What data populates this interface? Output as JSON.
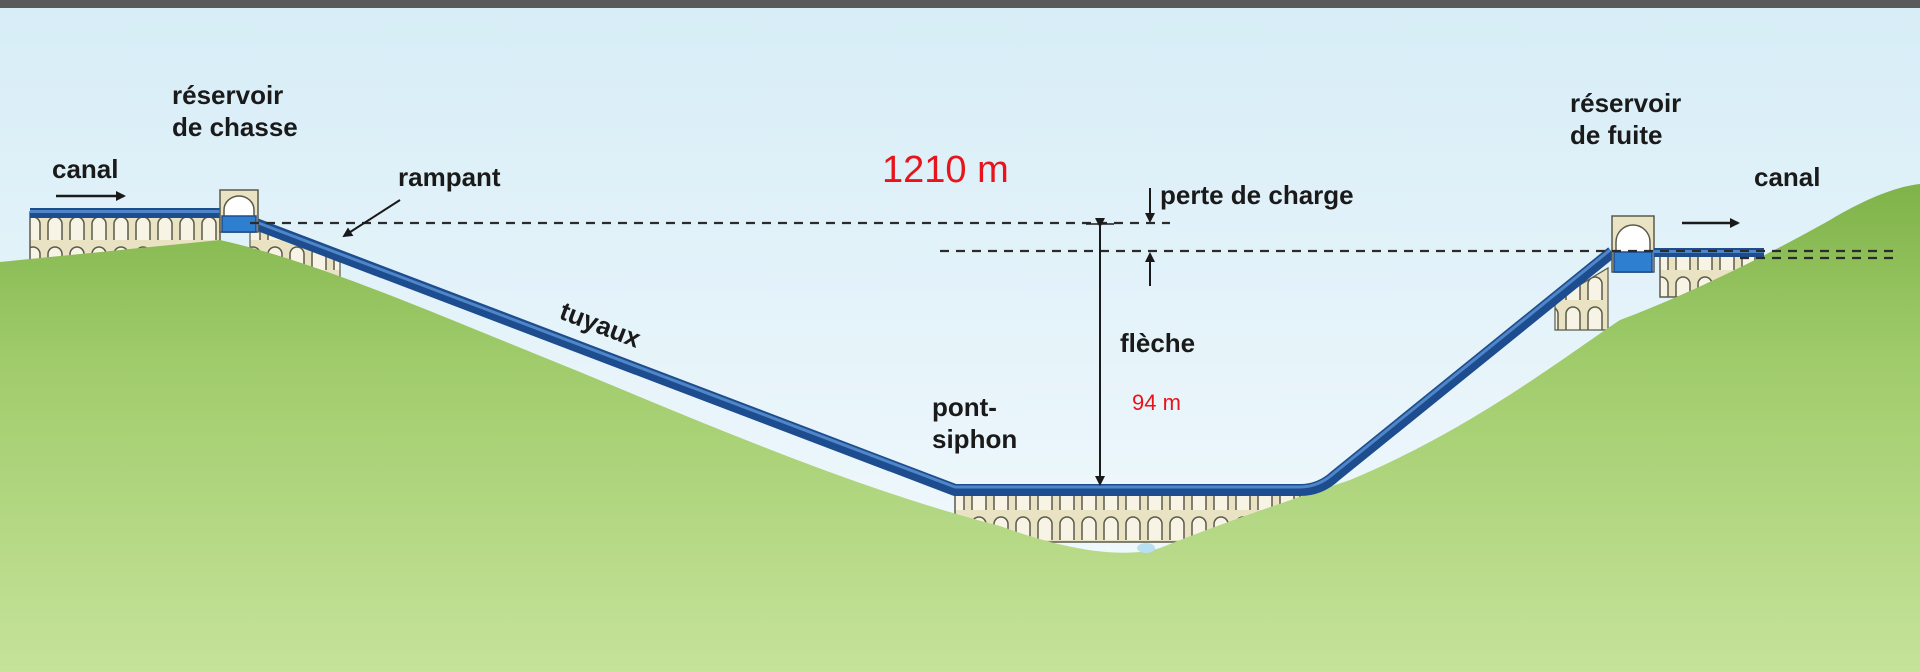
{
  "labels": {
    "canal_left": "canal",
    "reservoir_chasse_1": "réservoir",
    "reservoir_chasse_2": "de chasse",
    "rampant": "rampant",
    "tuyaux": "tuyaux",
    "length": "1210 m",
    "perte_de_charge": "perte de charge",
    "fleche": "flèche",
    "height": "94 m",
    "pont_siphon_1": "pont-",
    "pont_siphon_2": "siphon",
    "reservoir_fuite_1": "réservoir",
    "reservoir_fuite_2": "de fuite",
    "canal_right": "canal"
  },
  "colors": {
    "sky_top": "#d9eef7",
    "sky_bottom": "#f3fafd",
    "hill_dark": "#7fb349",
    "hill_light": "#c6e39a",
    "pipe": "#1d4d8f",
    "pipe_highlight": "#4f86c8",
    "arches": "#e9e3c4",
    "arch_outline": "#5a5a4a",
    "label": "#1a1a1a",
    "accent_red": "#e8141b",
    "frame": "#5a5a5a"
  },
  "icons": [
    "flow-arrow-right-icon",
    "flow-arrow-right-icon",
    "dimension-arrow-icon"
  ]
}
